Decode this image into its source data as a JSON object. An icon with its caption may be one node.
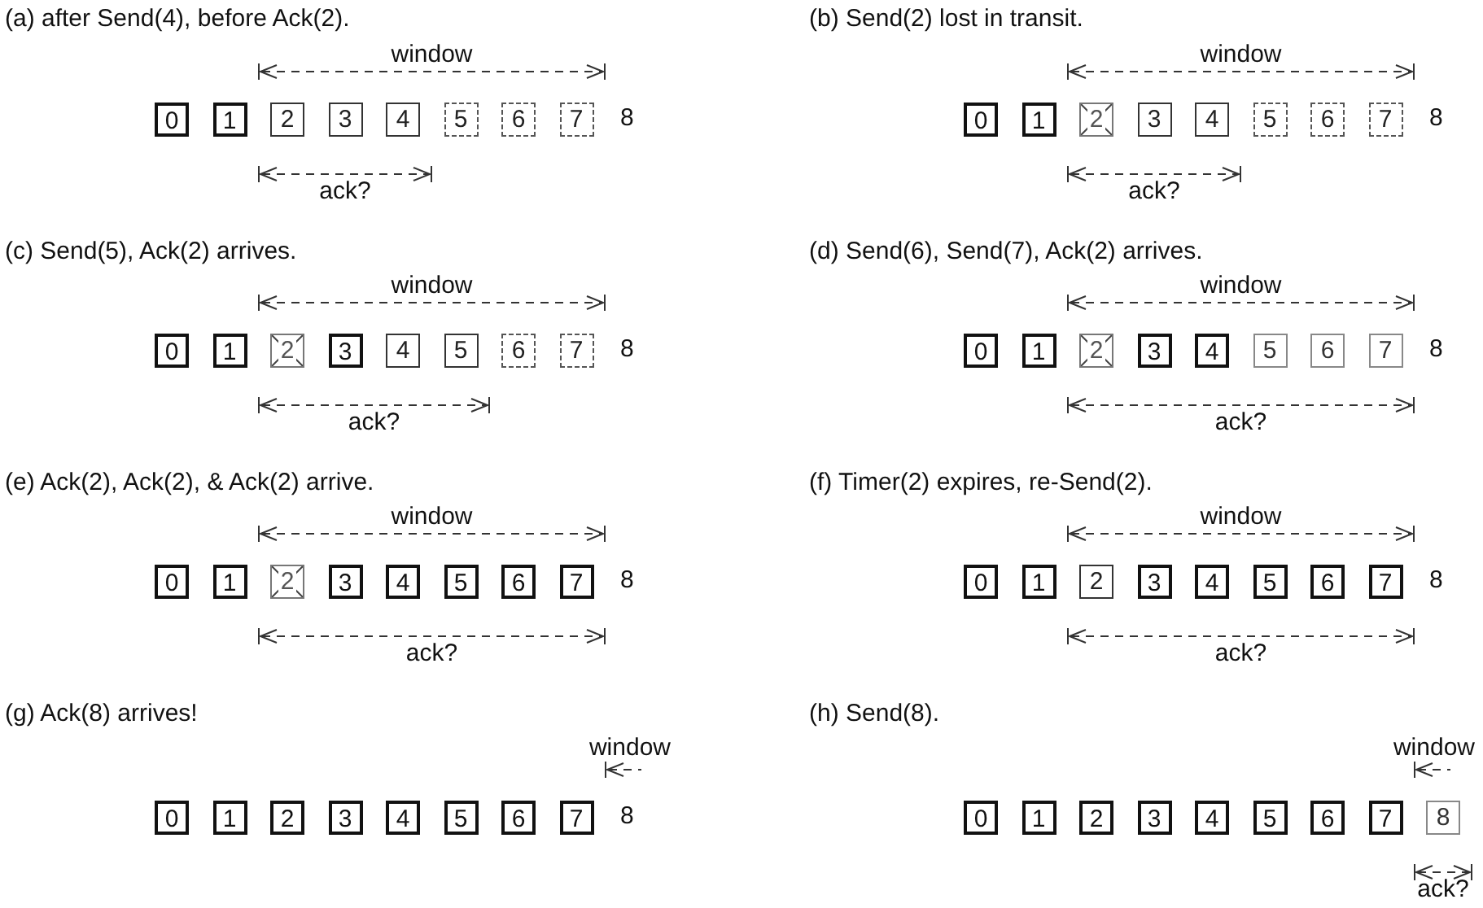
{
  "diagram": {
    "nodes": [
      {
        "text": [
          "0"
        ]
      },
      {
        "text": [
          "1"
        ]
      },
      {
        "text": [
          "2"
        ]
      },
      {
        "text": [
          "3"
        ]
      },
      {
        "text": [
          "4"
        ]
      },
      {
        "text": [
          "5"
        ]
      },
      {
        "text": [
          "6"
        ]
      },
      {
        "text": [
          "7"
        ]
      },
      {
        "text": [
          "0"
        ]
      },
      {
        "text": [
          "1"
        ]
      },
      {
        "text": [
          "2"
        ]
      },
      {
        "text": [
          "3"
        ]
      },
      {
        "text": [
          "4"
        ]
      },
      {
        "text": [
          "5"
        ]
      },
      {
        "text": [
          "6"
        ]
      },
      {
        "text": [
          "7"
        ]
      },
      {
        "text": [
          "0"
        ]
      },
      {
        "text": [
          "1"
        ]
      },
      {
        "text": [
          "2"
        ]
      },
      {
        "text": [
          "3"
        ]
      },
      {
        "text": [
          "4"
        ]
      },
      {
        "text": [
          "5"
        ]
      },
      {
        "text": [
          "6"
        ]
      },
      {
        "text": [
          "7"
        ]
      },
      {
        "text": [
          "0"
        ]
      },
      {
        "text": [
          "1"
        ]
      },
      {
        "text": [
          "2"
        ]
      },
      {
        "text": [
          "3"
        ]
      },
      {
        "text": [
          "4"
        ]
      },
      {
        "text": [
          "5"
        ]
      },
      {
        "text": [
          "6"
        ]
      },
      {
        "text": [
          "7"
        ]
      },
      {
        "text": [
          "0"
        ]
      },
      {
        "text": [
          "1"
        ]
      },
      {
        "text": [
          "2"
        ]
      },
      {
        "text": [
          "3"
        ]
      },
      {
        "text": [
          "4"
        ]
      },
      {
        "text": [
          "5"
        ]
      },
      {
        "text": [
          "6"
        ]
      },
      {
        "text": [
          "7"
        ]
      },
      {
        "text": [
          "0"
        ]
      },
      {
        "text": [
          "1"
        ]
      },
      {
        "text": [
          "2"
        ]
      },
      {
        "text": [
          "3"
        ]
      },
      {
        "text": [
          "4"
        ]
      },
      {
        "text": [
          "5"
        ]
      },
      {
        "text": [
          "6"
        ]
      },
      {
        "text": [
          "7"
        ]
      },
      {
        "text": [
          "0"
        ]
      },
      {
        "text": [
          "1"
        ]
      },
      {
        "text": [
          "2"
        ]
      },
      {
        "text": [
          "3"
        ]
      },
      {
        "text": [
          "4"
        ]
      },
      {
        "text": [
          "5"
        ]
      },
      {
        "text": [
          "6"
        ]
      },
      {
        "text": [
          "7"
        ]
      },
      {
        "text": [
          "0"
        ]
      },
      {
        "text": [
          "1"
        ]
      },
      {
        "text": [
          "2"
        ]
      },
      {
        "text": [
          "3"
        ]
      },
      {
        "text": [
          "4"
        ]
      },
      {
        "text": [
          "5"
        ]
      },
      {
        "text": [
          "6"
        ]
      },
      {
        "text": [
          "7"
        ]
      },
      {
        "text": [
          "8"
        ]
      }
    ],
    "labels": [
      "(a) after Send(4), before Ack(2).",
      "window",
      "8",
      "ack?",
      "(b) Send(2) lost in transit.",
      "window",
      "8",
      "ack?",
      "(c) Send(5), Ack(2) arrives.",
      "window",
      "8",
      "ack?",
      "(d) Send(6), Send(7), Ack(2) arrives.",
      "window",
      "8",
      "ack?",
      "(e) Ack(2), Ack(2), & Ack(2) arrive.",
      "window",
      "8",
      "ack?",
      "(f) Timer(2) expires, re-Send(2).",
      "window",
      "8",
      "ack?",
      "(g) Ack(8) arrives!",
      "window",
      "8",
      "(h) Send(8).",
      "window",
      "ack?"
    ]
  }
}
